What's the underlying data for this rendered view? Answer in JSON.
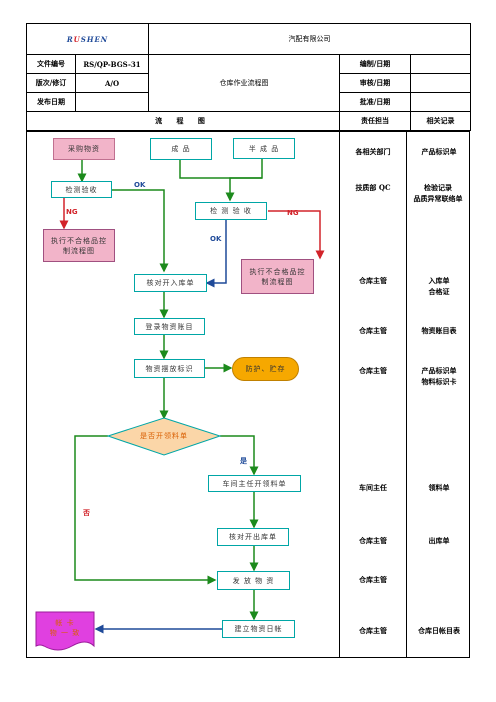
{
  "header": {
    "logo_main": "RUSHEN",
    "company": "汽配有限公司",
    "doc_no_label": "文件编号",
    "doc_no_value": "RS/QP-BGS-31",
    "version_label": "版次/修订",
    "version_value": "A/O",
    "date_label": "发布日期",
    "title": "仓库作业流程图",
    "prepare_label": "编制/日期",
    "review_label": "审核/日期",
    "approve_label": "批准/日期"
  },
  "columns": {
    "flow": "流  程  图",
    "owner": "责任担当",
    "records": "相关记录"
  },
  "nodes": {
    "purchase": "采购物资",
    "finished": "成  品",
    "semi": "半 成 品",
    "inspect1": "检测验收",
    "inspect2": "检 测 验 收",
    "noncon1": "执行不合格品控制流程图",
    "noncon2": "执行不合格品控制流程图",
    "check_in": "核对开入库单",
    "ledger": "登录物资账目",
    "place": "物资摆放标识",
    "protect": "防护、贮存",
    "decision": "是否开领料单",
    "issue_slip": "车间主任开领料单",
    "check_out": "核对开出库单",
    "dispatch": "发 放 物 资",
    "account": "建立物资日帐",
    "card": "帐  卡\n物  一 致"
  },
  "labels": {
    "ok1": "OK",
    "ng1": "NG",
    "ok2": "OK",
    "ng2": "NG",
    "yes": "是",
    "no": "否"
  },
  "rows": [
    {
      "owner": "各相关部门",
      "record": "产品标识单"
    },
    {
      "owner": "技质部 QC",
      "record": "检验记录\n品质异常联络单"
    },
    {
      "owner": "仓库主管",
      "record": "入库单\n合格证"
    },
    {
      "owner": "仓库主管",
      "record": "物资账目表"
    },
    {
      "owner": "仓库主管",
      "record": "产品标识单\n物料标识卡"
    },
    {
      "owner": "车间主任",
      "record": "领料单"
    },
    {
      "owner": "仓库主管",
      "record": "出库单"
    },
    {
      "owner": "仓库主管",
      "record": ""
    },
    {
      "owner": "仓库主管",
      "record": "仓库日帐目表"
    }
  ],
  "colors": {
    "teal": "#00a6a6",
    "green_line": "#1c8a1c",
    "red_line": "#d2232a",
    "blue_line": "#1f4a99",
    "orange_text": "#d95e00",
    "decision_fill": "#fbd6a8"
  }
}
